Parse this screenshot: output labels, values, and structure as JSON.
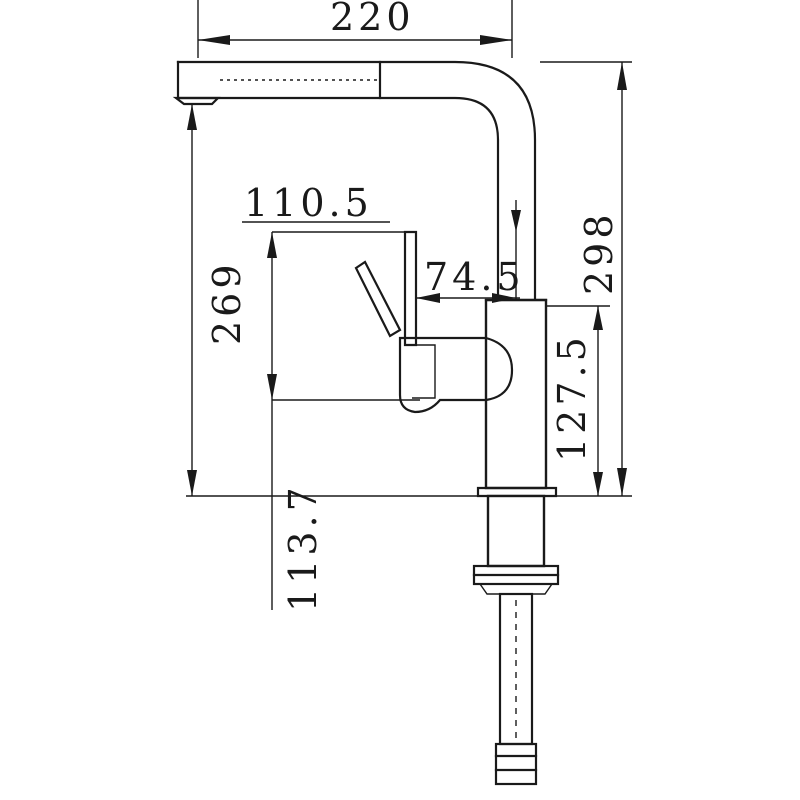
{
  "dimensions": {
    "overall_width": "220",
    "overall_height": "298",
    "spout_height": "269",
    "handle_reach": "110.5",
    "handle_offset": "74.5",
    "body_height": "127.5",
    "shank_length": "113.7"
  }
}
